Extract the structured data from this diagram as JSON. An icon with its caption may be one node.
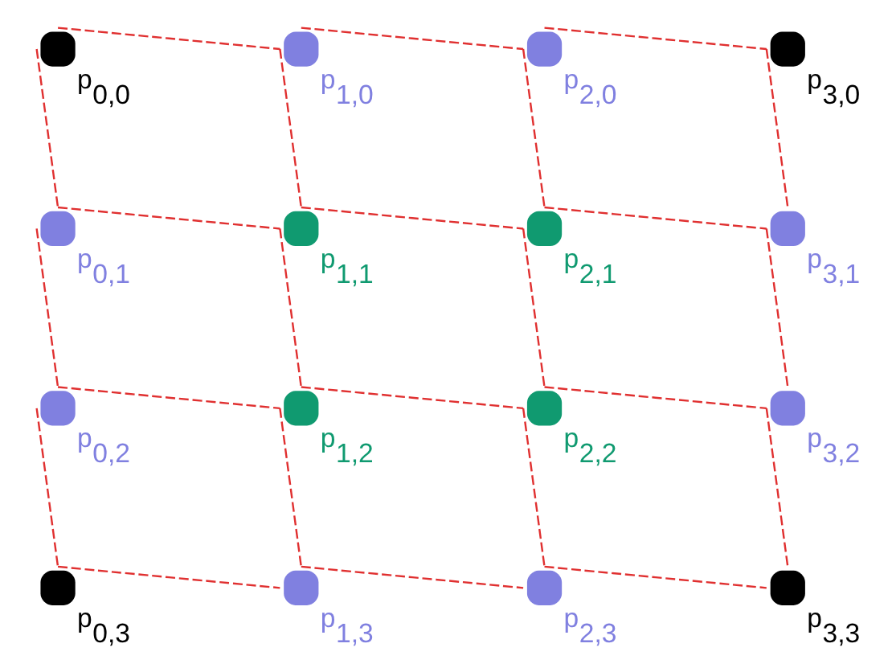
{
  "diagram": {
    "nodes": [
      {
        "text": [],
        "shape": "circle",
        "beside": [
          "p$_{0,0}$"
        ]
      },
      {
        "text": [],
        "shape": "circle",
        "beside": [
          "p$_{0,1}$"
        ]
      },
      {
        "text": [],
        "shape": "circle",
        "beside": [
          "p$_{0,2}$"
        ]
      },
      {
        "text": [],
        "shape": "circle",
        "beside": [
          "p$_{0,3}$"
        ]
      },
      {
        "text": [],
        "shape": "circle",
        "beside": [
          "p$_{1,0}$"
        ]
      },
      {
        "text": [],
        "shape": "circle",
        "beside": [
          "p$_{1,1}$"
        ]
      },
      {
        "text": [],
        "shape": "circle",
        "beside": [
          "p$_{1,2}$"
        ]
      },
      {
        "text": [],
        "shape": "circle",
        "beside": [
          "p$_{1,3}$"
        ]
      },
      {
        "text": [],
        "shape": "circle",
        "beside": [
          "p$_{2,0}$"
        ]
      },
      {
        "text": [],
        "shape": "circle",
        "beside": [
          "p$_{2,1}$"
        ]
      },
      {
        "text": [],
        "shape": "circle",
        "beside": [
          "p$_{2,2}$"
        ]
      },
      {
        "text": [],
        "shape": "circle",
        "beside": [
          "p$_{2,3}$"
        ]
      },
      {
        "text": [],
        "shape": "circle",
        "beside": [
          "p$_{3,0}$"
        ]
      },
      {
        "text": [],
        "shape": "circle",
        "beside": [
          "p$_{3,1}$"
        ]
      },
      {
        "text": [],
        "shape": "circle",
        "beside": [
          "p$_{3,2}$"
        ]
      },
      {
        "text": [],
        "shape": "circle",
        "beside": [
          "p$_{3,3}$"
        ]
      }
    ],
    "edges": [
      {
        "from": 0,
        "to": 1,
        "arrow": "none",
        "style": "dashed"
      },
      {
        "from": 1,
        "to": 2,
        "arrow": "none",
        "style": "dashed"
      },
      {
        "from": 2,
        "to": 3,
        "arrow": "none",
        "style": "dashed"
      },
      {
        "from": 4,
        "to": 5,
        "arrow": "none",
        "style": "dashed"
      },
      {
        "from": 5,
        "to": 6,
        "arrow": "none",
        "style": "dashed"
      },
      {
        "from": 6,
        "to": 7,
        "arrow": "none",
        "style": "dashed"
      },
      {
        "from": 8,
        "to": 9,
        "arrow": "none",
        "style": "dashed"
      },
      {
        "from": 9,
        "to": 10,
        "arrow": "none",
        "style": "dashed"
      },
      {
        "from": 10,
        "to": 11,
        "arrow": "none",
        "style": "dashed"
      },
      {
        "from": 12,
        "to": 13,
        "arrow": "none",
        "style": "dashed"
      },
      {
        "from": 13,
        "to": 14,
        "arrow": "none",
        "style": "dashed"
      },
      {
        "from": 14,
        "to": 15,
        "arrow": "none",
        "style": "dashed"
      },
      {
        "from": 0,
        "to": 4,
        "arrow": "none",
        "style": "dashed"
      },
      {
        "from": 4,
        "to": 8,
        "arrow": "none",
        "style": "dashed"
      },
      {
        "from": 8,
        "to": 12,
        "arrow": "none",
        "style": "dashed"
      },
      {
        "from": 1,
        "to": 5,
        "arrow": "none",
        "style": "dashed"
      },
      {
        "from": 5,
        "to": 9,
        "arrow": "none",
        "style": "dashed"
      },
      {
        "from": 9,
        "to": 13,
        "arrow": "none",
        "style": "dashed"
      },
      {
        "from": 2,
        "to": 6,
        "arrow": "none",
        "style": "dashed"
      },
      {
        "from": 6,
        "to": 10,
        "arrow": "none",
        "style": "dashed"
      },
      {
        "from": 10,
        "to": 14,
        "arrow": "none",
        "style": "dashed"
      },
      {
        "from": 3,
        "to": 7,
        "arrow": "none",
        "style": "dashed"
      },
      {
        "from": 7,
        "to": 11,
        "arrow": "none",
        "style": "dashed"
      },
      {
        "from": 11,
        "to": 15,
        "arrow": "none",
        "style": "dashed"
      }
    ]
  }
}
